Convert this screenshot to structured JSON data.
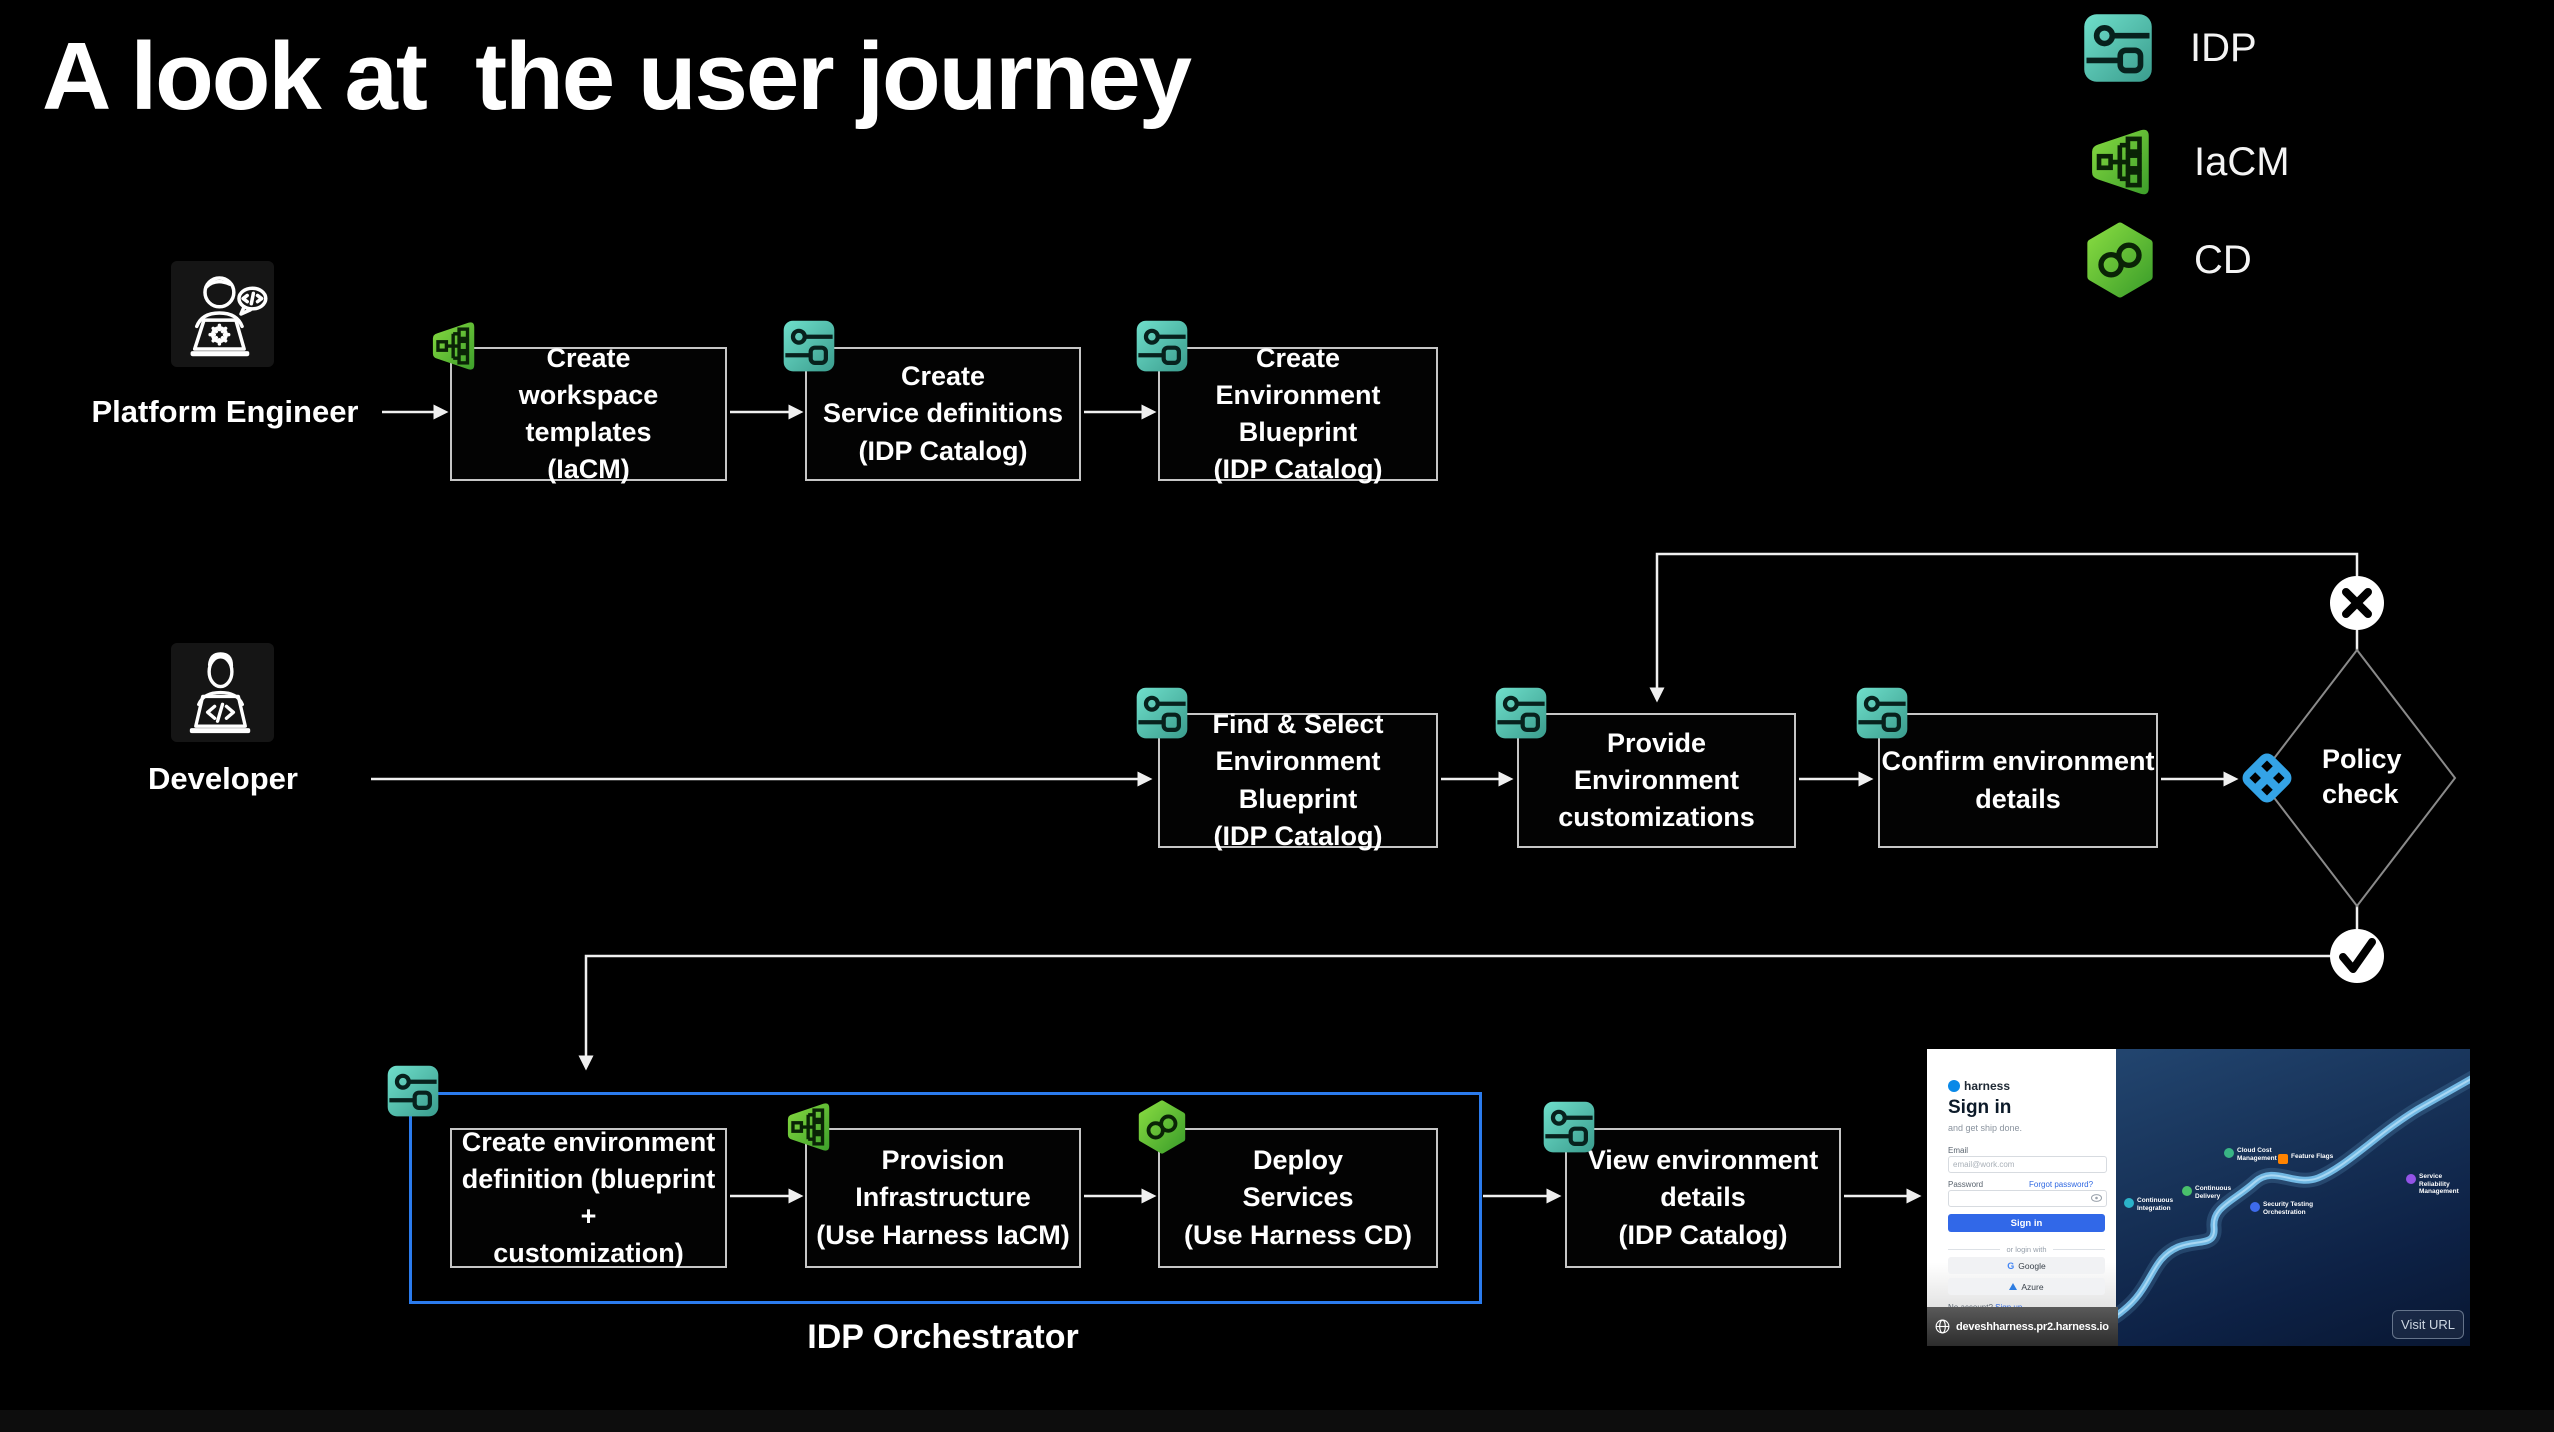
{
  "title": "A look at  the user journey",
  "legend": {
    "items": [
      {
        "label": "IDP",
        "icon": "idp-icon"
      },
      {
        "label": "IaCM",
        "icon": "iacm-icon"
      },
      {
        "label": "CD",
        "icon": "cd-icon"
      }
    ]
  },
  "actors": {
    "platform_engineer": {
      "label": "Platform Engineer"
    },
    "developer": {
      "label": "Developer"
    }
  },
  "flow": {
    "row1": [
      {
        "label": "Create\nworkspace templates\n(IaCM)",
        "badge": "iacm"
      },
      {
        "label": "Create\nService definitions\n(IDP Catalog)",
        "badge": "idp"
      },
      {
        "label": "Create\nEnvironment Blueprint\n(IDP Catalog)",
        "badge": "idp"
      }
    ],
    "row2": [
      {
        "label": "Find & Select\nEnvironment Blueprint\n(IDP Catalog)",
        "badge": "idp"
      },
      {
        "label": "Provide\nEnvironment\ncustomizations",
        "badge": "idp"
      },
      {
        "label": "Confirm environment\ndetails",
        "badge": "idp"
      }
    ],
    "decision": {
      "label": "Policy\ncheck",
      "icon": "policy-icon",
      "fail_icon": "cross",
      "pass_icon": "check"
    },
    "row3": [
      {
        "label": "Create environment\ndefinition (blueprint +\ncustomization)",
        "badge": ""
      },
      {
        "label": "Provision\nInfrastructure\n(Use Harness IaCM)",
        "badge": "iacm"
      },
      {
        "label": "Deploy\nServices\n(Use Harness CD)",
        "badge": "cd"
      },
      {
        "label": "View environment\ndetails\n(IDP Catalog)",
        "badge": "idp"
      }
    ],
    "orchestrator_label": "IDP Orchestrator"
  },
  "colors": {
    "idp_teal": "#54c3b1",
    "iacm_green": "#6cc93d",
    "cd_green": "#5dc437",
    "policy_blue": "#34a3e6",
    "orchestrator_border": "#2b7bed"
  },
  "browser_preview": {
    "signin": {
      "brand": "harness",
      "heading": "Sign in",
      "subheading": "and get ship done.",
      "email_label": "Email",
      "email_placeholder": "email@work.com",
      "password_label": "Password",
      "forgot_password": "Forgot password?",
      "signin_button": "Sign in",
      "divider": "or login with",
      "google_button": "Google",
      "azure_button": "Azure",
      "no_account": "No account?",
      "signup_link": "Sign up"
    },
    "address": "deveshharness.pr2.harness.io",
    "visit_url_button": "Visit URL",
    "milestones": [
      {
        "label": "Continuous\nIntegration",
        "color": "#2bb3c9"
      },
      {
        "label": "Continuous\nDelivery",
        "color": "#49c06b"
      },
      {
        "label": "Cloud Cost\nManagement",
        "color": "#39b585"
      },
      {
        "label": "Feature Flags",
        "color": "#ff8300"
      },
      {
        "label": "Security Testing\nOrchestration",
        "color": "#3e6bec"
      },
      {
        "label": "Service Reliability\nManagement",
        "color": "#9353e6"
      }
    ]
  }
}
